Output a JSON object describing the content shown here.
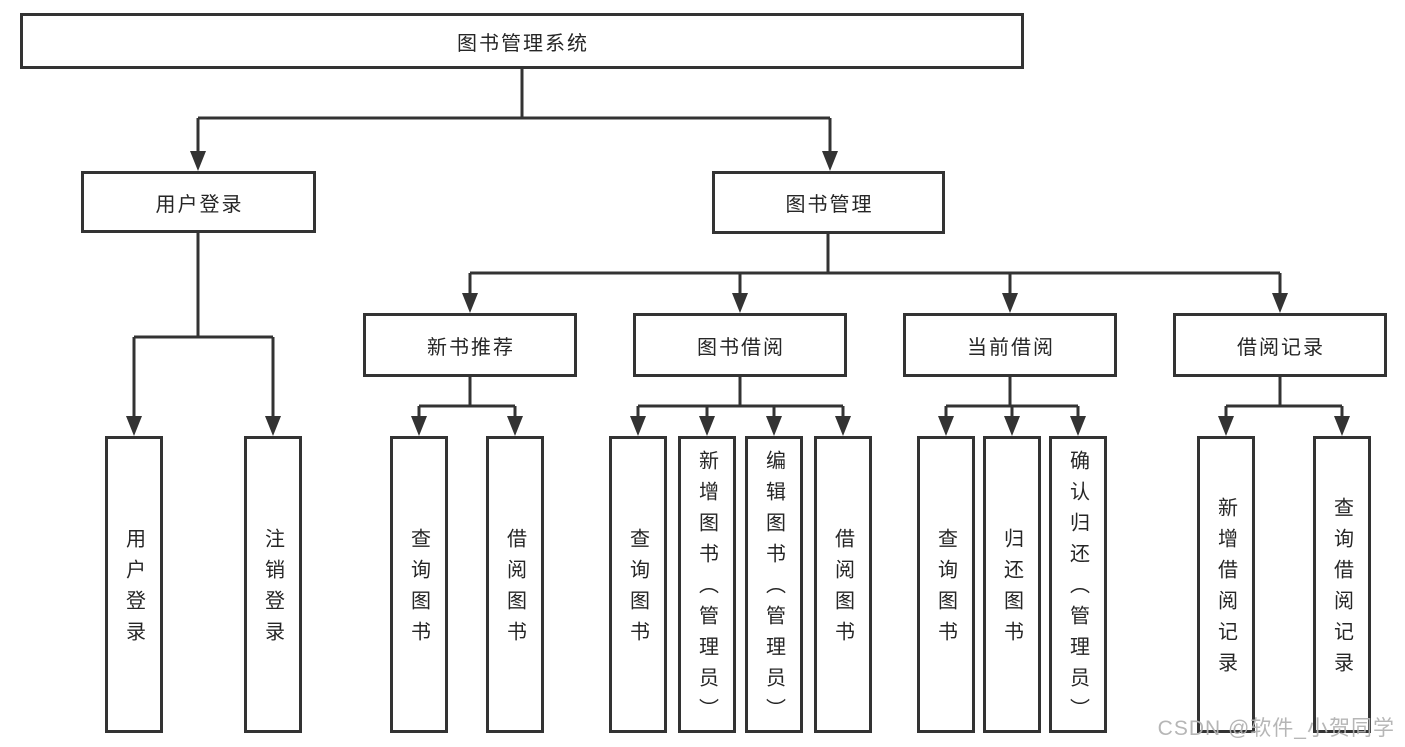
{
  "tree": {
    "root": {
      "label": "图书管理系统",
      "children": [
        {
          "label": "用户登录",
          "children": [
            {
              "label": "用户登录"
            },
            {
              "label": "注销登录"
            }
          ]
        },
        {
          "label": "图书管理",
          "children": [
            {
              "label": "新书推荐",
              "children": [
                {
                  "label": "查询图书"
                },
                {
                  "label": "借阅图书"
                }
              ]
            },
            {
              "label": "图书借阅",
              "children": [
                {
                  "label": "查询图书"
                },
                {
                  "label": "新增图书（管理员）"
                },
                {
                  "label": "编辑图书（管理员）"
                },
                {
                  "label": "借阅图书"
                }
              ]
            },
            {
              "label": "当前借阅",
              "children": [
                {
                  "label": "查询图书"
                },
                {
                  "label": "归还图书"
                },
                {
                  "label": "确认归还（管理员）"
                }
              ]
            },
            {
              "label": "借阅记录",
              "children": [
                {
                  "label": "新增借阅记录"
                },
                {
                  "label": "查询借阅记录"
                }
              ]
            }
          ]
        }
      ]
    }
  },
  "watermark": "CSDN @软件_小贺同学",
  "colors": {
    "line": "#333333",
    "text": "#262626",
    "watermark": "#b2b2b2",
    "background": "#ffffff"
  }
}
